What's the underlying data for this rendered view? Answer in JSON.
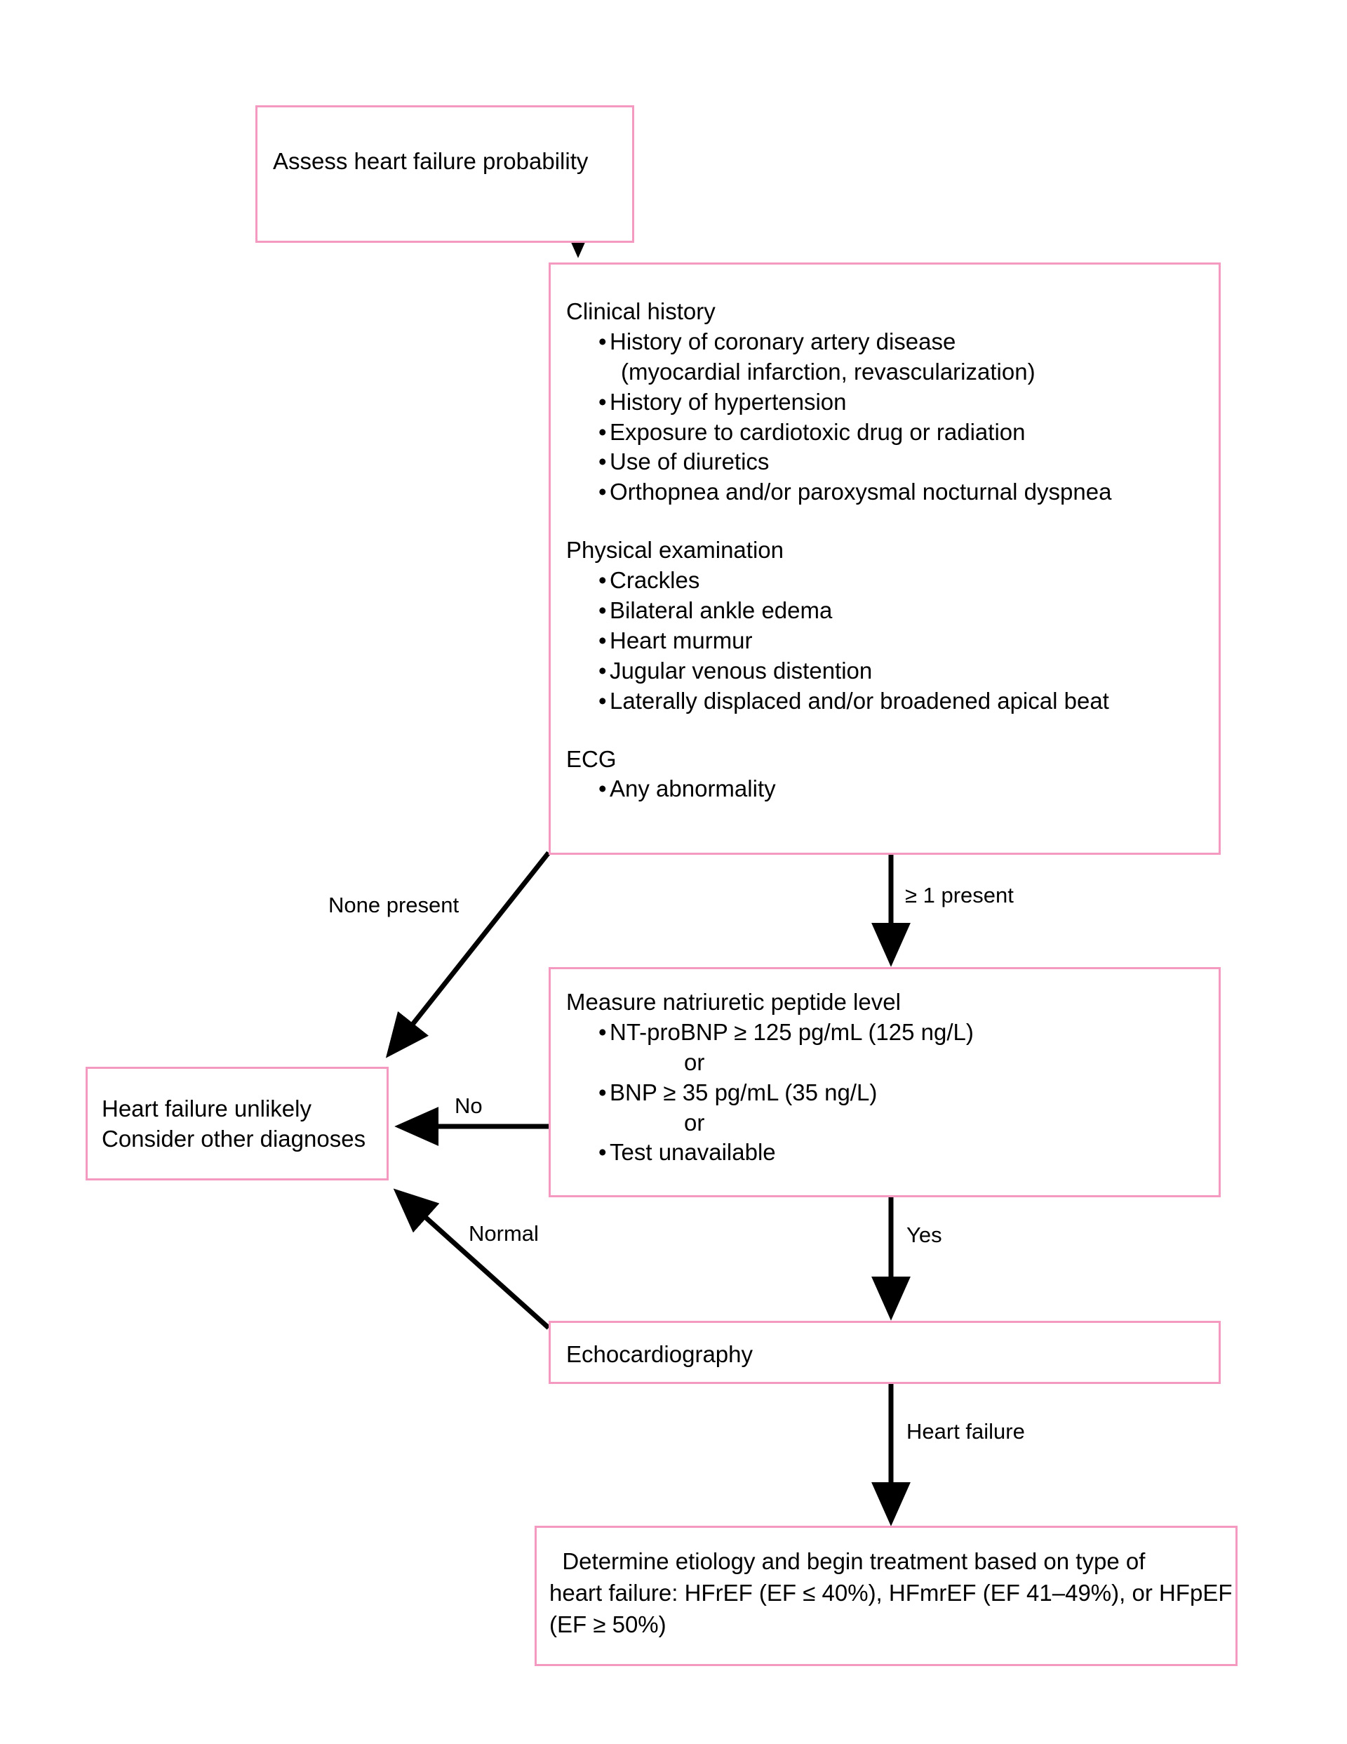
{
  "diagram": {
    "title": "Heart failure diagnostic algorithm",
    "accent_color": "#f49ac1",
    "line_color": "#000000",
    "background": "#ffffff",
    "nodes": {
      "assess": {
        "label": "Assess heart failure probability"
      },
      "evaluation": {
        "section1_heading": "Clinical history",
        "section1_items": [
          "History of coronary artery disease",
          "(myocardial infarction, revascularization)",
          "History of hypertension",
          "Exposure to cardiotoxic drug or radiation",
          "Use of diuretics",
          "Orthopnea and/or paroxysmal nocturnal dyspnea"
        ],
        "section2_heading": "Physical examination",
        "section2_items": [
          "Crackles",
          "Bilateral ankle edema",
          "Heart murmur",
          "Jugular venous distention",
          "Laterally displaced and/or broadened apical beat"
        ],
        "section3_heading": "ECG",
        "section3_items": [
          "Any abnormality"
        ]
      },
      "natriuretic": {
        "heading": "Measure natriuretic peptide level",
        "item1": "NT-proBNP ≥ 125 pg/mL (125 ng/L)",
        "or1": "or",
        "item2": "BNP ≥ 35 pg/mL (35 ng/L)",
        "or2": "or",
        "item3": "Test unavailable"
      },
      "unlikely": {
        "line1": "Heart failure unlikely",
        "line2": "Consider other diagnoses"
      },
      "echo": {
        "label": "Echocardiography"
      },
      "determine": {
        "line1": "  Determine etiology and begin treatment based on type of",
        "line2": "heart failure: HFrEF (EF ≤ 40%), HFmrEF (EF 41–49%), or HFpEF",
        "line3": "(EF ≥ 50%)"
      }
    },
    "edges": [
      {
        "id": "assess-to-evaluation",
        "label": ""
      },
      {
        "id": "evaluation-to-unlikely",
        "label": "None present"
      },
      {
        "id": "evaluation-to-natriuretic",
        "label": "≥ 1 present"
      },
      {
        "id": "natriuretic-to-unlikely",
        "label": "No"
      },
      {
        "id": "natriuretic-to-echo",
        "label": "Yes"
      },
      {
        "id": "echo-to-unlikely",
        "label": "Normal"
      },
      {
        "id": "echo-to-determine",
        "label": "Heart failure"
      }
    ]
  }
}
